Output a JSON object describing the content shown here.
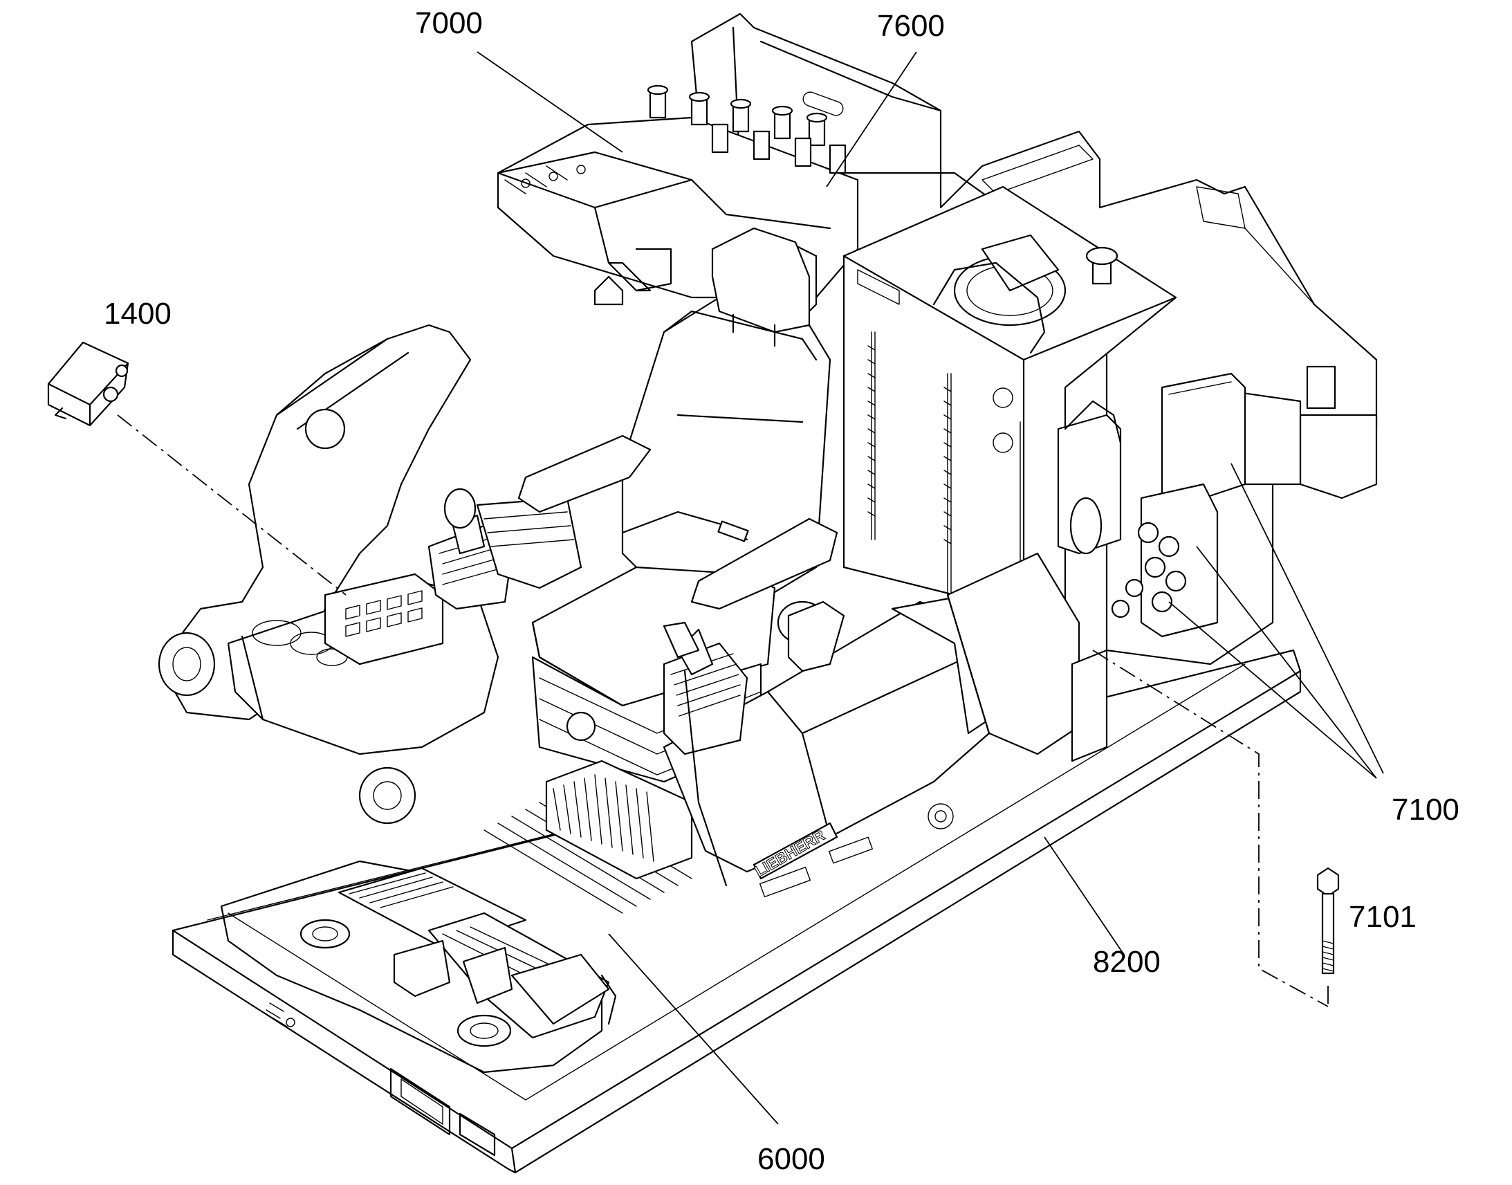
{
  "callouts": {
    "c7000": "7000",
    "c7600": "7600",
    "c1400": "1400",
    "c7100": "7100",
    "c7101": "7101",
    "c8200": "8200",
    "c6000": "6000"
  },
  "seat_brand": "LIEBHERR"
}
